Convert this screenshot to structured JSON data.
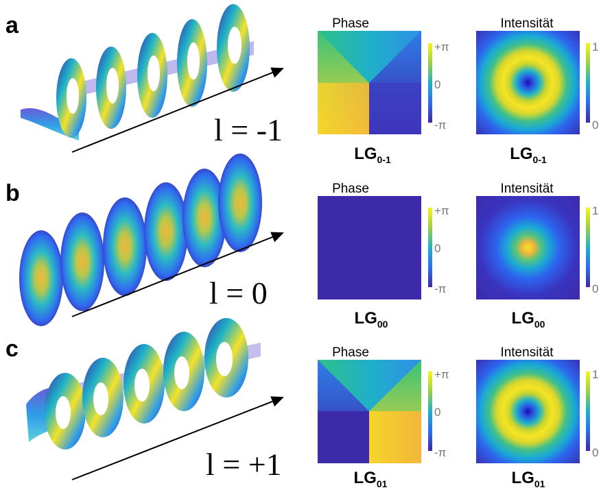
{
  "rows": [
    {
      "letter": "a",
      "formula": "l = -1",
      "phase_title": "Phase",
      "intensity_title": "Intensität",
      "phase_label": "LG",
      "phase_sub": "0-1",
      "intensity_label": "LG",
      "intensity_sub": "0-1",
      "phase_cb": [
        "+π",
        "0",
        "-π"
      ],
      "intensity_cb": [
        "1",
        "0"
      ],
      "helix": "left-handed"
    },
    {
      "letter": "b",
      "formula": "l = 0",
      "phase_title": "Phase",
      "intensity_title": "Intensität",
      "phase_label": "LG",
      "phase_sub": "00",
      "intensity_label": "LG",
      "intensity_sub": "00",
      "phase_cb": [
        "+π",
        "0",
        "-π"
      ],
      "intensity_cb": [
        "1",
        "0"
      ],
      "helix": "plane"
    },
    {
      "letter": "c",
      "formula": "l = +1",
      "phase_title": "Phase",
      "intensity_title": "Intensität",
      "phase_label": "LG",
      "phase_sub": "01",
      "intensity_label": "LG",
      "intensity_sub": "01",
      "phase_cb": [
        "+π",
        "0",
        "-π"
      ],
      "intensity_cb": [
        "1",
        "0"
      ],
      "helix": "right-handed"
    }
  ],
  "colors": {
    "dark_blue": "#3d2aa8",
    "blue": "#2f6cf0",
    "cyan": "#1fb3c8",
    "green": "#7fcf5a",
    "yellow": "#f4e22a",
    "orange": "#f2b63a"
  }
}
